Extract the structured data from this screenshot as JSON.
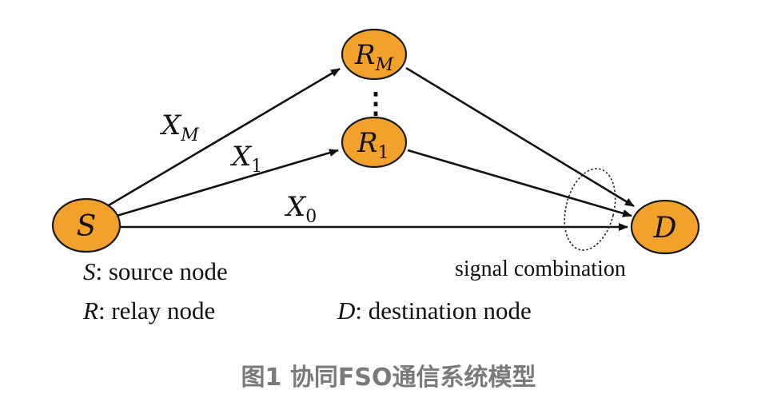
{
  "nodes": {
    "source": {
      "label": "S"
    },
    "relay_m": {
      "label": "R",
      "subscript": "M"
    },
    "relay_1": {
      "label": "R",
      "subscript": "1"
    },
    "destination": {
      "label": "D"
    }
  },
  "links": {
    "xm": {
      "label": "X",
      "subscript": "M"
    },
    "x1": {
      "label": "X",
      "subscript": "1"
    },
    "x0": {
      "label": "X",
      "subscript": "0"
    }
  },
  "ellipsis": "⋮",
  "combination_label": "signal combination",
  "legend": {
    "source": {
      "symbol": "S",
      "text": ": source node"
    },
    "relay": {
      "symbol": "R",
      "text": ": relay node"
    },
    "destination": {
      "symbol": "D",
      "text": ": destination node"
    }
  },
  "caption": "图1 协同FSO通信系统模型",
  "colors": {
    "node_fill": "#f2a22a",
    "caption": "#7a7a7a"
  }
}
